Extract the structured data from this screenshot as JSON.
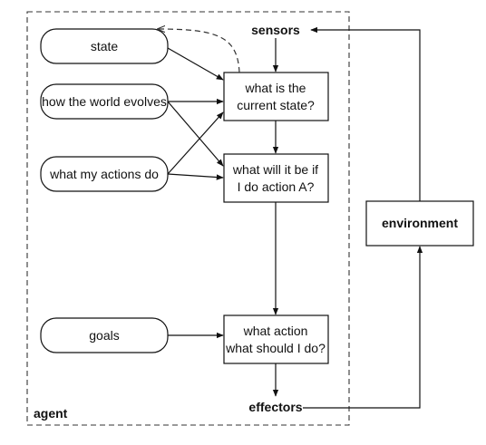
{
  "agent_label": "agent",
  "sensors": "sensors",
  "effectors": "effectors",
  "environment": "environment",
  "inputs": {
    "state": "state",
    "world": "how the world evolves",
    "actions": "what my actions do",
    "goals": "goals"
  },
  "steps": {
    "current": [
      "what is the",
      "current state?"
    ],
    "predict": [
      "what will it be if",
      "I do action A?"
    ],
    "decide": [
      "what action",
      "what should I do?"
    ]
  }
}
